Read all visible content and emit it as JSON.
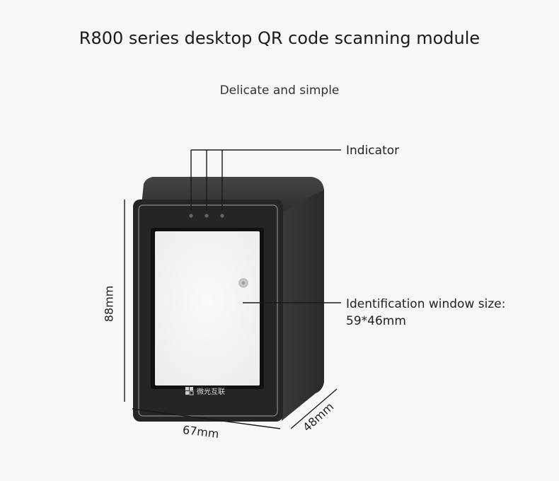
{
  "header": {
    "title": "R800 series desktop QR code scanning module",
    "subtitle": "Delicate and simple"
  },
  "callouts": {
    "indicator": "Indicator",
    "window_line1": "Identification window size:",
    "window_line2": "59*46mm"
  },
  "dimensions": {
    "height": "88mm",
    "width": "67mm",
    "depth": "48mm"
  },
  "device": {
    "brand_text": "微光互联",
    "body_color": "#2b2b2b",
    "window_color": "#f2f2f2"
  }
}
